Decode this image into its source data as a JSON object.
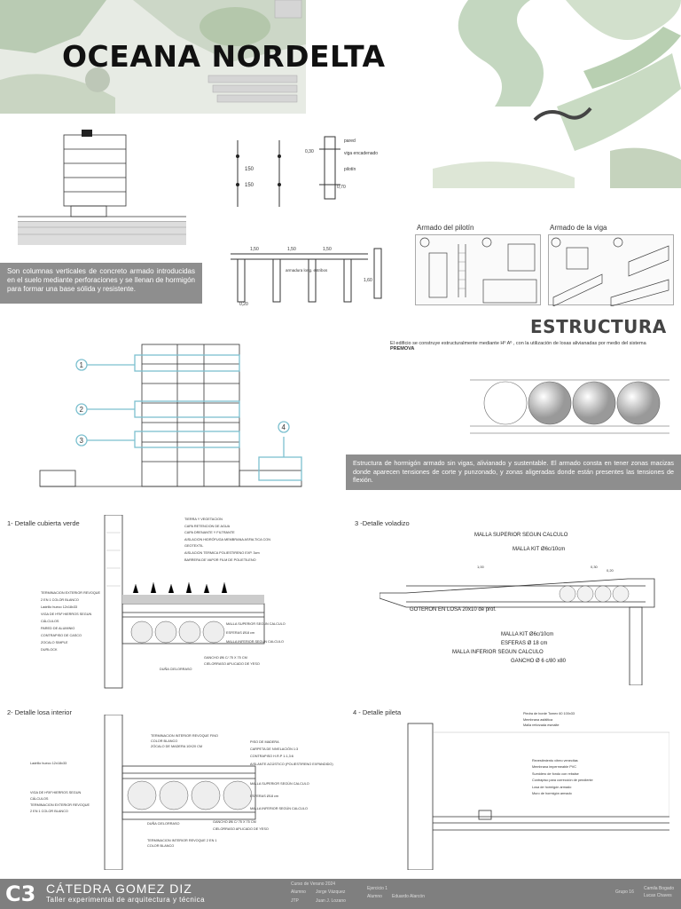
{
  "title": "OCEANA NORDELTA",
  "intro_text": "Son columnas verticales de concreto armado introducidas en el suelo mediante perforaciones y se llenan de hormigón para formar una base sólida y resistente.",
  "pilot_labels": {
    "top": [
      "150",
      "150",
      "0,30",
      "0,70"
    ],
    "side": [
      "pared",
      "viga encadenado",
      "pilotín"
    ],
    "bottom": [
      "1,50",
      "1,50",
      "1,50",
      "1,60",
      "0,20"
    ],
    "armadura": "armadura long. estribos"
  },
  "armado_pilotin": "Armado del pilotín",
  "armado_viga": "Armado de la viga",
  "estructura_title": "ESTRUCTURA",
  "estructura_sub_prefix": "El edificio se construye estructuralmente mediante Hº Aº , con la utilización de losas alivianadas por medio del sistema ",
  "estructura_sub_brand": "PREMOVA",
  "estructura_text": "Estructura de hormigón armado sin vigas, alivianado y sustentable. El armado consta en tener zonas macizas donde aparecen tensiones de corte y punzonado, y zonas aligeradas donde están presentes las tensiones de flexión.",
  "markers": [
    "1",
    "2",
    "3",
    "4"
  ],
  "detail1": {
    "title": "1- Detalle cubierta verde",
    "right_labels": [
      "TIERRA Y VEGETACION",
      "CAPA RETENCION DE AGUA",
      "CAPA DRENANTE Y FILTRANTE",
      "AISLACION HIDRÓFUGA MEMBRANA ASFALTICA CON GEOTEXTIL",
      "AISLACION TERMICA POLIESTIRENO EXP. 3cm",
      "BARRERA DE VAPOR FILM DE POLIETILENO",
      "MALLA SUPERIOR SEGUN CALCULO",
      "ESFERAS Ø18 cm",
      "MALLA INFERIOR SEGUN CALCULO",
      "GANCHO Ø6 C/ 75 X 75 CM",
      "CIELORRASO APLICADO DE YESO"
    ],
    "left_labels": [
      "TERMINACION EXTERIOR REVOQUE 2 EN 1 COLOR BLANCO",
      "Ladrillo hueco 12x18x33",
      "VIGA DE HºAº HIERROS SEGUN CÁLCULOS",
      "PARED DE ALUMINIO",
      "CONTRAPISO DE CASCO",
      "ZOCALO SIMPLE",
      "DURLOCK"
    ],
    "bottom_label": "DUÑA CIELORRASO"
  },
  "detail2": {
    "title": "2- Detalle losa interior",
    "right_labels": [
      "PISO DE MADERA",
      "CARPETA DE NIVELACIÓN 1:3",
      "CONTRAPISO H.R.P 1:1,3:6",
      "AISLANTE ACÚSTICO (POLIESTIRENO EXPANDIDO)",
      "MALLA SUPERIOR SEGÚN CALCULO",
      "ESFERAS Ø18 cm",
      "MALLA INFERIOR SEGÚN CALCULO",
      "GANCHO Ø6 C/ 75 X 75 CM",
      "CIELORRASO APLICADO DE YESO"
    ],
    "left_labels": [
      "TERMINACION INTERIOR REVOQUE FINO COLOR BLANCO",
      "ZÓCALO DE MADERA 10X20 CM",
      "Ladrillo hueco 12x18x33",
      "VIGA DE HºAº HIERROS SEGUN CÁLCULOS",
      "TERMINACION EXTERIOR REVOQUE 2 EN 1 COLOR BLANCO",
      "DUÑA CIELORRASO",
      "TERMINACION INTERIOR REVOQUE 2 EN 1 COLOR BLANCO"
    ]
  },
  "detail3": {
    "title": "3 -Detalle voladizo",
    "labels": [
      "MALLA SUPERIOR SEGUN CALCULO",
      "MALLA KIT Ø6c/10cm",
      "GOTERON EN LOSA 20x10 de prof.",
      "MALLA KIT Ø6c/10cm",
      "ESFERAS Ø 18 cm",
      "MALLA INFERIOR SEGUN CALCULO",
      "GANCHO Ø 6 c/80 x80"
    ],
    "dims": [
      "1,00",
      "0,30",
      "0,20"
    ]
  },
  "detail4": {
    "title": "4 - Detalle pileta",
    "labels": [
      "Piedra de borde Tomex 60 100x33",
      "Membrana asfáltica",
      "Malla reforzada esmalte",
      "Revestimiento vítreo venecitas",
      "Membrana impermeable PVC",
      "Sumidero de fondo con rebalse",
      "Contrapiso para corrección de pendiente",
      "Losa de hormigón armado",
      "Muro de hormigón armado"
    ]
  },
  "footer": {
    "c3": "C3",
    "catedra": "CÁTEDRA GOMEZ DIZ",
    "taller": "Taller experimental de arquitectura y técnica",
    "info": [
      "Curso de Verano 2024",
      "Alumno",
      "Jorge Vázquez",
      "JTP",
      "Juan J. Lozano",
      "Ejercicio 1",
      "Alumno",
      "Eduardo Alarcón",
      "Grupo 16",
      "Camila Bogado",
      "Lucas Chaves"
    ]
  }
}
